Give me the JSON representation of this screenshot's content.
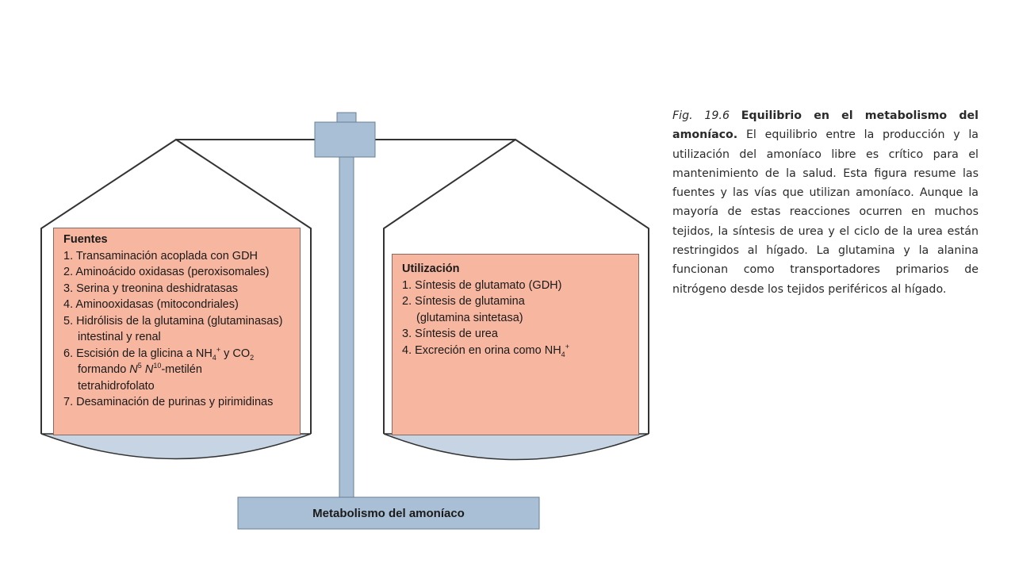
{
  "diagram": {
    "base_label": "Metabolismo del amoníaco",
    "sources": {
      "title": "Fuentes",
      "items": [
        "1. Transaminación acoplada con GDH",
        "2. Aminoácido oxidasas (peroxisomales)",
        "3. Serina y treonina deshidratasas",
        "4. Aminooxidasas (mitocondriales)",
        "5. Hidrólisis de la glutamina (glutaminasas)",
        "intestinal y renal",
        "6. Escisión de la glicina a NH4+ y CO2",
        "formando N5 N10-metilén",
        "tetrahidrofolato",
        "7. Desaminación de purinas y pirimidinas"
      ]
    },
    "uses": {
      "title": "Utilización",
      "items": [
        "1. Síntesis de glutamato (GDH)",
        "2. Síntesis de glutamina",
        "(glutamina sintetasa)",
        "3. Síntesis de urea",
        "4. Excreción en orina como NH4+"
      ]
    }
  },
  "caption": {
    "fig_label": "Fig. 19.6",
    "title": "Equilibrio en el metabolismo del amoníaco.",
    "text": "El equilibrio entre la producción y la utilización del amoníaco libre es crítico para el mantenimiento de la salud. Esta figura resume las fuentes y las vías que utilizan amoníaco. Aunque la mayoría de estas reacciones ocurren en muchos tejidos, la síntesis de urea y el ciclo de la urea están restringidos al hígado. La glutamina y la alanina funcionan como transportadores primarios de nitrógeno desde los tejidos periféricos al hígado."
  },
  "colors": {
    "box_fill": "#f7b6a0",
    "pan_fill": "#c6d4e3",
    "pillar_fill": "#a9bfd6",
    "outline": "#333333"
  }
}
